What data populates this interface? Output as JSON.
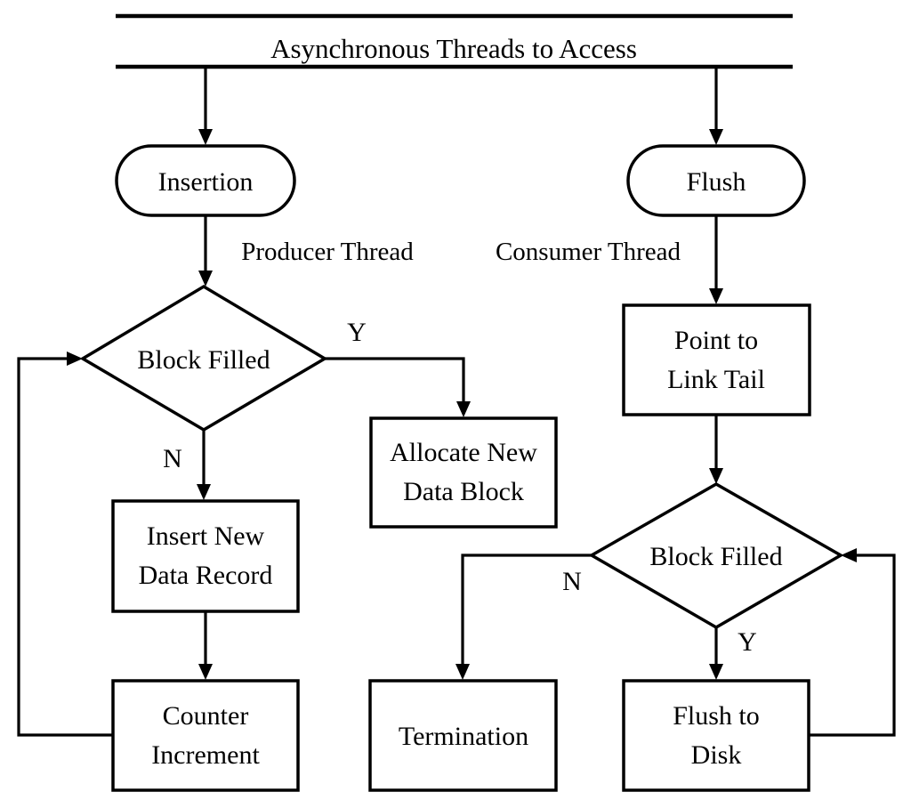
{
  "diagram": {
    "title": "Asynchronous Threads to Access",
    "header": {
      "text": "Asynchronous Threads to Access",
      "rule_color": "#000000"
    },
    "colors": {
      "stroke": "#000000",
      "fill": "#ffffff",
      "background": "#ffffff"
    },
    "nodes": {
      "insertion": {
        "label": "Insertion",
        "shape": "stadium"
      },
      "flush": {
        "label": "Flush",
        "shape": "stadium"
      },
      "block_filled_left": {
        "label": "Block Filled",
        "shape": "diamond"
      },
      "block_filled_right": {
        "label": "Block Filled",
        "shape": "diamond"
      },
      "allocate_new_data_block": {
        "line1": "Allocate New",
        "line2": "Data Block",
        "shape": "rect"
      },
      "insert_new_data_record": {
        "line1": "Insert New",
        "line2": "Data Record",
        "shape": "rect"
      },
      "counter_increment": {
        "line1": "Counter",
        "line2": "Increment",
        "shape": "rect"
      },
      "point_to_link_tail": {
        "line1": "Point to",
        "line2": "Link Tail",
        "shape": "rect"
      },
      "termination": {
        "label": "Termination",
        "shape": "rect"
      },
      "flush_to_disk": {
        "line1": "Flush to",
        "line2": "Disk",
        "shape": "rect"
      }
    },
    "edge_labels": {
      "producer_thread": "Producer Thread",
      "consumer_thread": "Consumer Thread",
      "left_yes": "Y",
      "left_no": "N",
      "right_no": "N",
      "right_yes": "Y"
    }
  }
}
